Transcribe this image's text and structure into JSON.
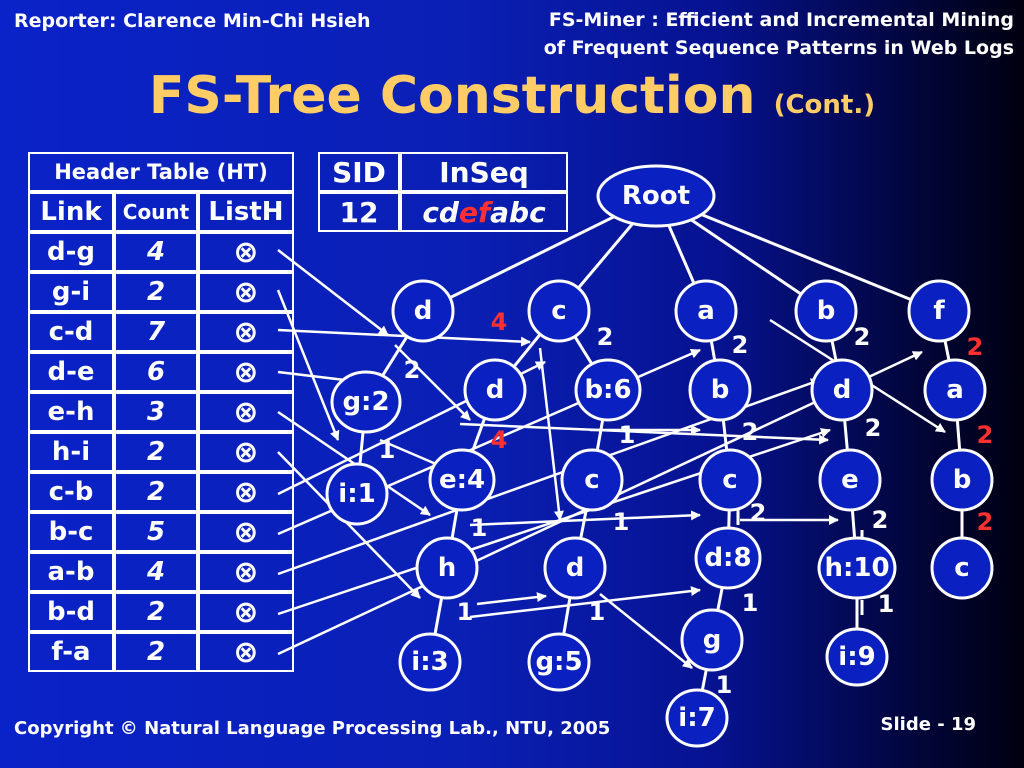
{
  "reporter": "Reporter: Clarence Min-Chi Hsieh",
  "paper_title": [
    "FS-Miner : Efficient and Incremental Mining",
    "of Frequent Sequence Patterns in Web Logs"
  ],
  "title": "FS-Tree Construction",
  "title_suffix": "(Cont.)",
  "header_table": {
    "title": "Header Table (HT)",
    "columns": [
      "Link",
      "Count",
      "ListH"
    ],
    "rows": [
      {
        "link": "d-g",
        "count": "4",
        "listh": "⊗"
      },
      {
        "link": "g-i",
        "count": "2",
        "listh": "⊗"
      },
      {
        "link": "c-d",
        "count": "7",
        "listh": "⊗"
      },
      {
        "link": "d-e",
        "count": "6",
        "listh": "⊗"
      },
      {
        "link": "e-h",
        "count": "3",
        "listh": "⊗"
      },
      {
        "link": "h-i",
        "count": "2",
        "listh": "⊗"
      },
      {
        "link": "c-b",
        "count": "2",
        "listh": "⊗"
      },
      {
        "link": "b-c",
        "count": "5",
        "listh": "⊗"
      },
      {
        "link": "a-b",
        "count": "4",
        "listh": "⊗"
      },
      {
        "link": "b-d",
        "count": "2",
        "listh": "⊗"
      },
      {
        "link": "f-a",
        "count": "2",
        "listh": "⊗"
      }
    ]
  },
  "sequence_table": {
    "headers": [
      "SID",
      "InSeq"
    ],
    "sid": "12",
    "seq_parts": [
      "cd",
      "ef",
      "abc"
    ]
  },
  "tree": {
    "nodes": [
      {
        "id": "root",
        "label": "Root"
      },
      {
        "id": "n_d",
        "label": "d"
      },
      {
        "id": "n_c",
        "label": "c"
      },
      {
        "id": "n_a",
        "label": "a"
      },
      {
        "id": "n_b",
        "label": "b"
      },
      {
        "id": "n_f",
        "label": "f"
      },
      {
        "id": "n_g2",
        "label": "g:2"
      },
      {
        "id": "n_cd",
        "label": "d"
      },
      {
        "id": "n_b6",
        "label": "b:6"
      },
      {
        "id": "n_ab",
        "label": "b"
      },
      {
        "id": "n_bd",
        "label": "d"
      },
      {
        "id": "n_fa",
        "label": "a"
      },
      {
        "id": "n_i1",
        "label": "i:1"
      },
      {
        "id": "n_e4",
        "label": "e:4"
      },
      {
        "id": "n_bc",
        "label": "c"
      },
      {
        "id": "n_abc",
        "label": "c"
      },
      {
        "id": "n_e",
        "label": "e"
      },
      {
        "id": "n_fab",
        "label": "b"
      },
      {
        "id": "n_h",
        "label": "h"
      },
      {
        "id": "n_d2",
        "label": "d"
      },
      {
        "id": "n_d8",
        "label": "d:8"
      },
      {
        "id": "n_h10",
        "label": "h:10"
      },
      {
        "id": "n_fabc",
        "label": "c"
      },
      {
        "id": "n_i3",
        "label": "i:3"
      },
      {
        "id": "n_g5",
        "label": "g:5"
      },
      {
        "id": "n_g",
        "label": "g"
      },
      {
        "id": "n_i9",
        "label": "i:9"
      },
      {
        "id": "n_i7",
        "label": "i:7"
      }
    ],
    "edge_counts": [
      {
        "value": "4",
        "color": "#ff3030"
      },
      {
        "value": "2",
        "color": "#ffffff"
      },
      {
        "value": "2",
        "color": "#ffffff"
      },
      {
        "value": "2",
        "color": "#ffffff"
      },
      {
        "value": "2",
        "color": "#ff3030"
      },
      {
        "value": "2",
        "color": "#ffffff"
      },
      {
        "value": "4",
        "color": "#ff3030"
      },
      {
        "value": "1",
        "color": "#ffffff"
      },
      {
        "value": "1",
        "color": "#ffffff"
      },
      {
        "value": "2",
        "color": "#ffffff"
      },
      {
        "value": "2",
        "color": "#ffffff"
      },
      {
        "value": "2",
        "color": "#ff3030"
      },
      {
        "value": "1",
        "color": "#ffffff"
      },
      {
        "value": "1",
        "color": "#ffffff"
      },
      {
        "value": "2",
        "color": "#ffffff"
      },
      {
        "value": "2",
        "color": "#ffffff"
      },
      {
        "value": "2",
        "color": "#ff3030"
      },
      {
        "value": "1",
        "color": "#ffffff"
      },
      {
        "value": "1",
        "color": "#ffffff"
      },
      {
        "value": "1",
        "color": "#ffffff"
      },
      {
        "value": "1",
        "color": "#ffffff"
      },
      {
        "value": "1",
        "color": "#ffffff"
      }
    ]
  },
  "footer": {
    "copyright": "Copyright © Natural Language Processing Lab., NTU,  2005",
    "slide": "Slide - 19"
  }
}
